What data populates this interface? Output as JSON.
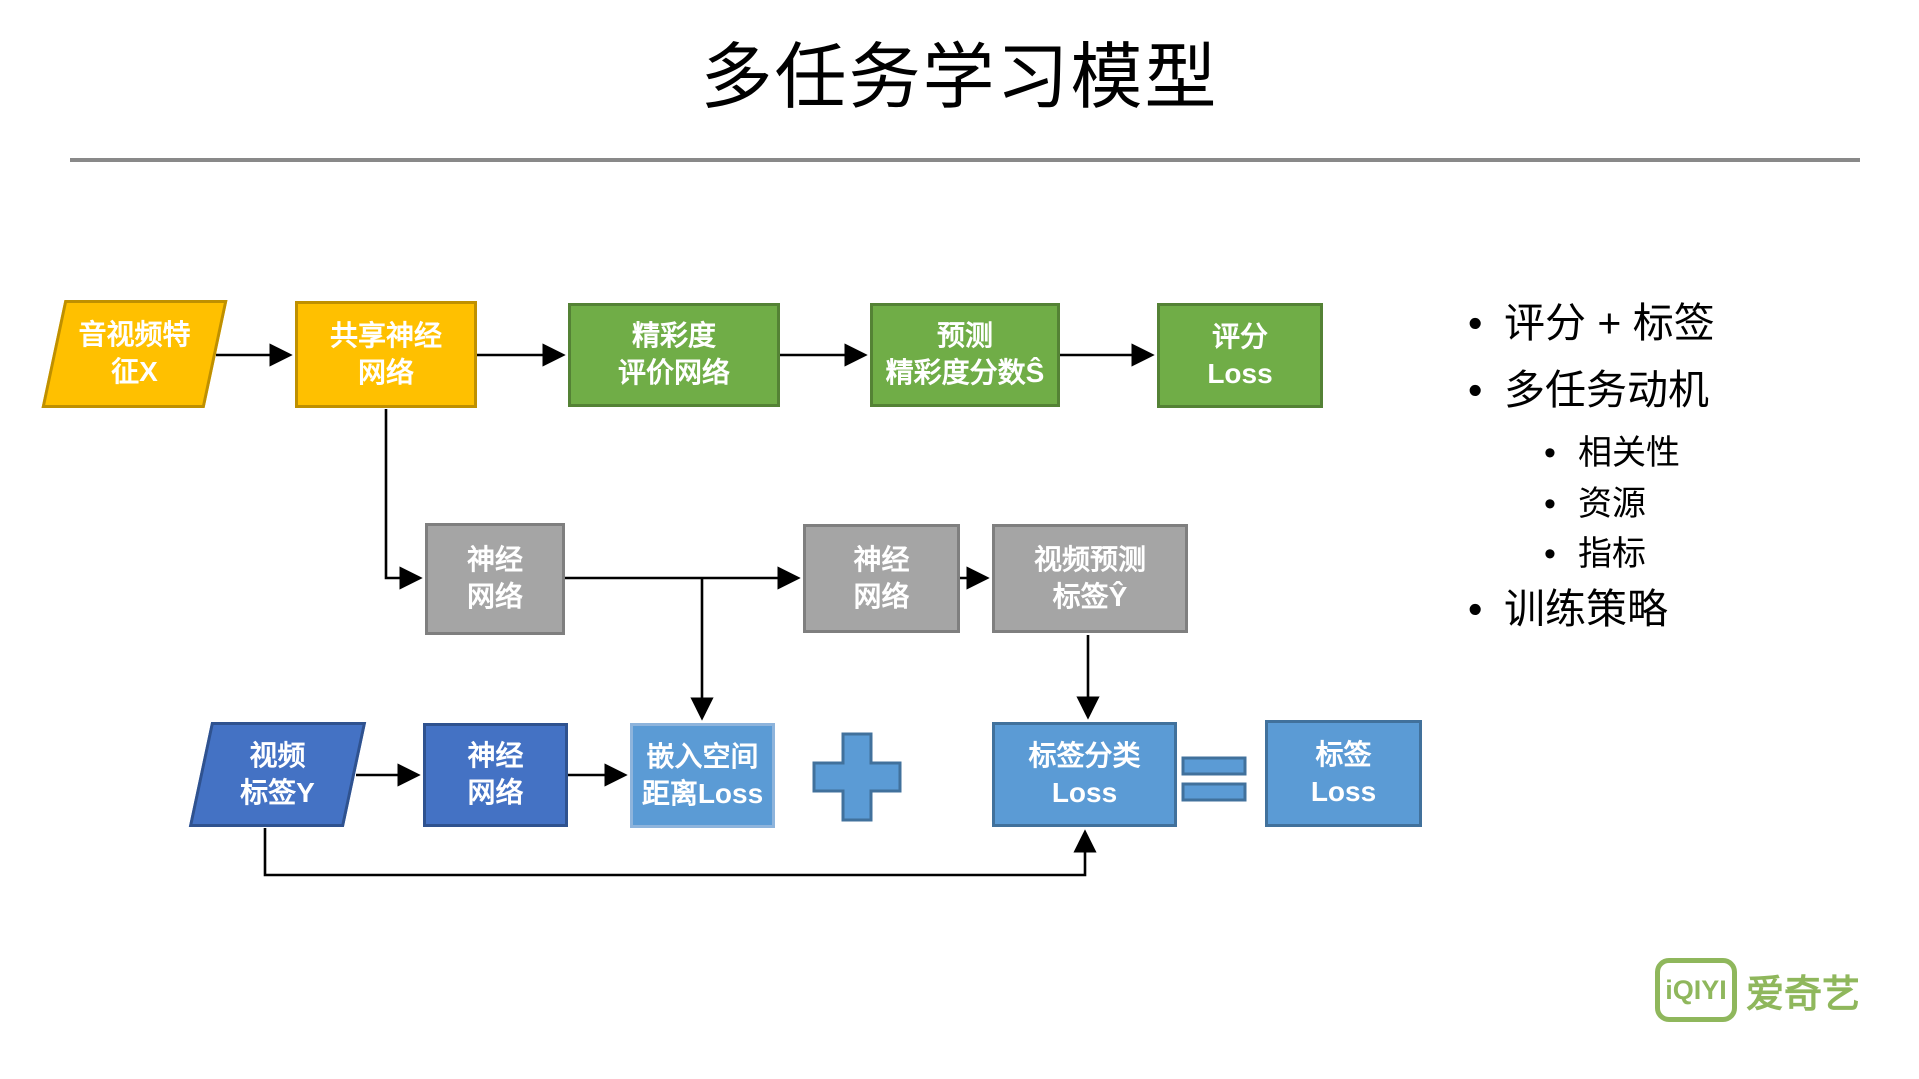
{
  "title": "多任务学习模型",
  "diagram": {
    "nodes": {
      "av_features": {
        "line1": "音视频特",
        "line2": "征X"
      },
      "shared_nn": {
        "line1": "共享神经",
        "line2": "网络"
      },
      "highlight_net": {
        "line1": "精彩度",
        "line2": "评价网络"
      },
      "pred_score": {
        "line1": "预测",
        "line2": "精彩度分数Ŝ"
      },
      "score_loss": {
        "line1": "评分",
        "line2": "Loss"
      },
      "nn_mid1": {
        "line1": "神经",
        "line2": "网络"
      },
      "nn_mid2": {
        "line1": "神经",
        "line2": "网络"
      },
      "video_pred_label": {
        "line1": "视频预测",
        "line2": "标签Ŷ"
      },
      "video_label": {
        "line1": "视频",
        "line2": "标签Y"
      },
      "nn_bottom": {
        "line1": "神经",
        "line2": "网络"
      },
      "embed_loss": {
        "line1": "嵌入空间",
        "line2": "距离Loss"
      },
      "label_cls_loss": {
        "line1": "标签分类",
        "line2": "Loss"
      },
      "label_loss": {
        "line1": "标签",
        "line2": "Loss"
      }
    },
    "operators": {
      "plus": "+",
      "equals": "="
    }
  },
  "notes": {
    "items": [
      {
        "label": "评分 + 标签",
        "level": 1
      },
      {
        "label": "多任务动机",
        "level": 1
      },
      {
        "label": "相关性",
        "level": 2
      },
      {
        "label": "资源",
        "level": 2
      },
      {
        "label": "指标",
        "level": 2
      },
      {
        "label": "训练策略",
        "level": 1
      }
    ]
  },
  "logo": {
    "badge": "iQIYI",
    "name": "爱奇艺",
    "color": "#8FB75C"
  },
  "colors": {
    "input_yellow_fill": "#FFC000",
    "input_yellow_border": "#BF9000",
    "score_green_fill": "#70AD47",
    "score_green_border": "#548235",
    "shared_gray_fill": "#A5A5A5",
    "shared_gray_border": "#7F7F7F",
    "label_darkblue_fill": "#4472C4",
    "label_darkblue_border": "#2F528F",
    "loss_lightblue_fill": "#5B9BD5",
    "loss_lightblue_border": "#41719C",
    "divider_gray": "#898989",
    "connector_black": "#000000"
  }
}
